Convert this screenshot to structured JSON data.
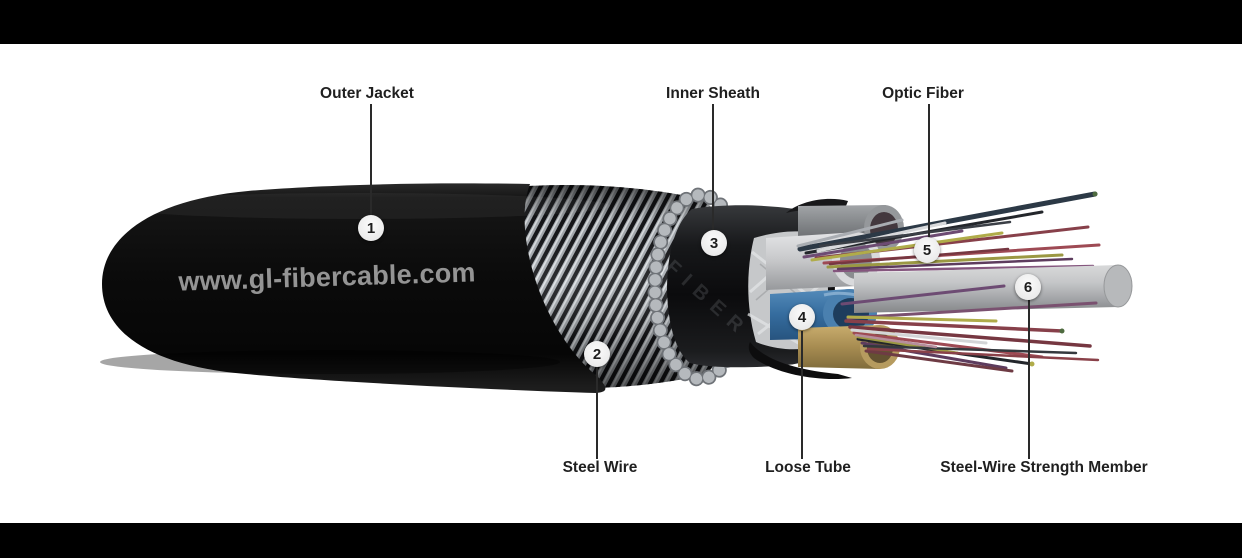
{
  "meta": {
    "background_color": "#ffffff",
    "letterbox_color": "#000000"
  },
  "cable": {
    "brand_url": "www.gl-fibercable.com",
    "embossed_text": "FIBER",
    "part_colors": {
      "outer_jacket": "#0b0b0b",
      "steel_wire": "#b5b9bd",
      "inner_sheath": "#121214",
      "loose_tube_gray": "#85888b",
      "loose_tube_white": "#d6d7d9",
      "loose_tube_blue": "#3572a8",
      "loose_tube_tan": "#b3985c",
      "strength_member": "#c3c4c6",
      "fiber_palette": [
        "#87404a",
        "#b0ac4a",
        "#6d4b73",
        "#23262b",
        "#d8d9db",
        "#2c3946",
        "#4e6b3f",
        "#b68e9c"
      ]
    }
  },
  "callouts": [
    {
      "number": "1",
      "label": "Outer Jacket"
    },
    {
      "number": "2",
      "label": "Steel Wire"
    },
    {
      "number": "3",
      "label": "Inner Sheath"
    },
    {
      "number": "4",
      "label": "Loose Tube"
    },
    {
      "number": "5",
      "label": "Optic Fiber"
    },
    {
      "number": "6",
      "label": "Steel-Wire Strength Member"
    }
  ]
}
